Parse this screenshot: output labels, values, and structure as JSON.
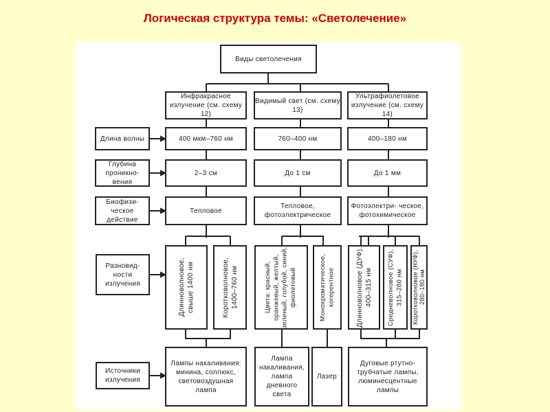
{
  "title": "Логическая структура темы: «Светолечение»",
  "root": "Виды светолечения",
  "columns": [
    {
      "name": "Инфракрасное излучение (см. схему 12)",
      "wavelength": "400 мкм–760 нм",
      "depth": "2–3 см",
      "action": "Тепловое"
    },
    {
      "name": "Видимый свет (см. схему 13)",
      "wavelength": "760–400 нм",
      "depth": "До 1 см",
      "action": "Тепловое, фотоэлектрическое"
    },
    {
      "name": "Ультрафиолетовое излучение (см. схему 14)",
      "wavelength": "400–180 нм",
      "depth": "До 1 мм",
      "action": "Фотоэлектри- ческое, фотохимическое"
    }
  ],
  "row_labels": {
    "wavelength": "Длина волны",
    "depth": "Глубина проникно- вения",
    "action": "Биофизи- ческое действие",
    "varieties": "Разновид- ности излучения",
    "sources": "Источники излучения"
  },
  "varieties": {
    "ir": [
      "Длинноволновое, свыше 1400 нм",
      "Коротковолновое, 1400–760 нм"
    ],
    "visible": [
      "Цвета: красный, оранжевый, желтый, зеленый, голубой, синий, фиолетовый",
      "Монохроматическое, когерентное"
    ],
    "uv": [
      "Длинноволновое (ДУФ), 400–315 нм",
      "Средневолновое (СУФ), 315–280 нм",
      "Коротковолновое (НУФ), 280–180 нм"
    ]
  },
  "sources": {
    "ir": "Лампы накаливания: минина, соллюкс, световоздушная лампа",
    "visible": "Лампа накаливания, лампа дневного света",
    "laser": "Лазер",
    "uv": "Дуговые ртутно-трубчатые лампы, люминесцентные лампы"
  },
  "colors": {
    "title": "#CC0000",
    "background": "#FFFFCC"
  }
}
